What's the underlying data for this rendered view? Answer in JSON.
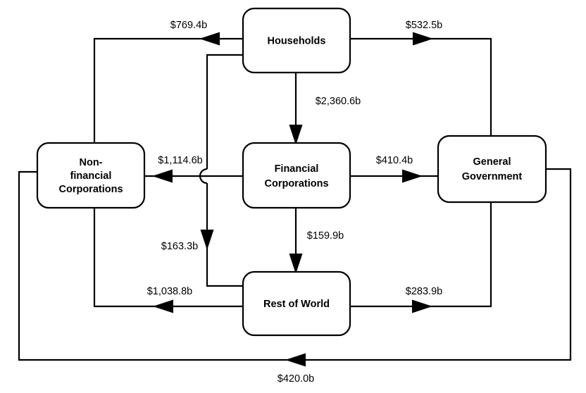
{
  "diagram": {
    "type": "flow-diagram",
    "title": "",
    "background_color": "#ffffff",
    "line_color": "#000000",
    "node_fill_color": "#ffffff",
    "nodes": [
      {
        "id": "households",
        "label": "Households"
      },
      {
        "id": "nonfinancial",
        "label_line_1": "Non-",
        "label_line_2": "financial",
        "label_line_3": "Corporations"
      },
      {
        "id": "financial",
        "label_line_1": "Financial",
        "label_line_2": "Corporations"
      },
      {
        "id": "government",
        "label_line_1": "General",
        "label_line_2": "Government"
      },
      {
        "id": "restofworld",
        "label": "Rest of World"
      }
    ],
    "edges": [
      {
        "id": "hh-to-nfc",
        "from": "households",
        "to": "nonfinancial",
        "value": "$769.4b"
      },
      {
        "id": "hh-to-gg",
        "from": "households",
        "to": "government",
        "value": "$532.5b"
      },
      {
        "id": "hh-to-fc",
        "from": "households",
        "to": "financial",
        "value": "$2,360.6b"
      },
      {
        "id": "fc-to-nfc",
        "from": "financial",
        "to": "nonfinancial",
        "value": "$1,114.6b"
      },
      {
        "id": "fc-to-gg",
        "from": "financial",
        "to": "government",
        "value": "$410.4b"
      },
      {
        "id": "fc-to-row",
        "from": "financial",
        "to": "restofworld",
        "value": "$159.9b"
      },
      {
        "id": "hh-to-row",
        "from": "households",
        "to": "restofworld",
        "value": "$163.3b"
      },
      {
        "id": "row-to-nfc",
        "from": "restofworld",
        "to": "nonfinancial",
        "value": "$1,038.8b"
      },
      {
        "id": "row-to-gg",
        "from": "restofworld",
        "to": "government",
        "value": "$283.9b"
      },
      {
        "id": "gg-to-nfc",
        "from": "government",
        "to": "nonfinancial",
        "value": "$420.0b"
      }
    ]
  },
  "chart_data": {
    "type": "diagram",
    "title": "",
    "categories": [
      "Households",
      "Non-financial Corporations",
      "Financial Corporations",
      "General Government",
      "Rest of World"
    ],
    "flows": [
      {
        "source": "Households",
        "target": "Non-financial Corporations",
        "label": "$769.4b",
        "value": 769.4
      },
      {
        "source": "Households",
        "target": "General Government",
        "label": "$532.5b",
        "value": 532.5
      },
      {
        "source": "Households",
        "target": "Financial Corporations",
        "label": "$2,360.6b",
        "value": 2360.6
      },
      {
        "source": "Households",
        "target": "Rest of World",
        "label": "$163.3b",
        "value": 163.3
      },
      {
        "source": "Financial Corporations",
        "target": "Non-financial Corporations",
        "label": "$1,114.6b",
        "value": 1114.6
      },
      {
        "source": "Financial Corporations",
        "target": "General Government",
        "label": "$410.4b",
        "value": 410.4
      },
      {
        "source": "Financial Corporations",
        "target": "Rest of World",
        "label": "$159.9b",
        "value": 159.9
      },
      {
        "source": "Rest of World",
        "target": "Non-financial Corporations",
        "label": "$1,038.8b",
        "value": 1038.8
      },
      {
        "source": "Rest of World",
        "target": "General Government",
        "label": "$283.9b",
        "value": 283.9
      },
      {
        "source": "General Government",
        "target": "Non-financial Corporations",
        "label": "$420.0b",
        "value": 420.0
      }
    ],
    "units": "billions of dollars",
    "xlabel": "",
    "ylabel": ""
  }
}
